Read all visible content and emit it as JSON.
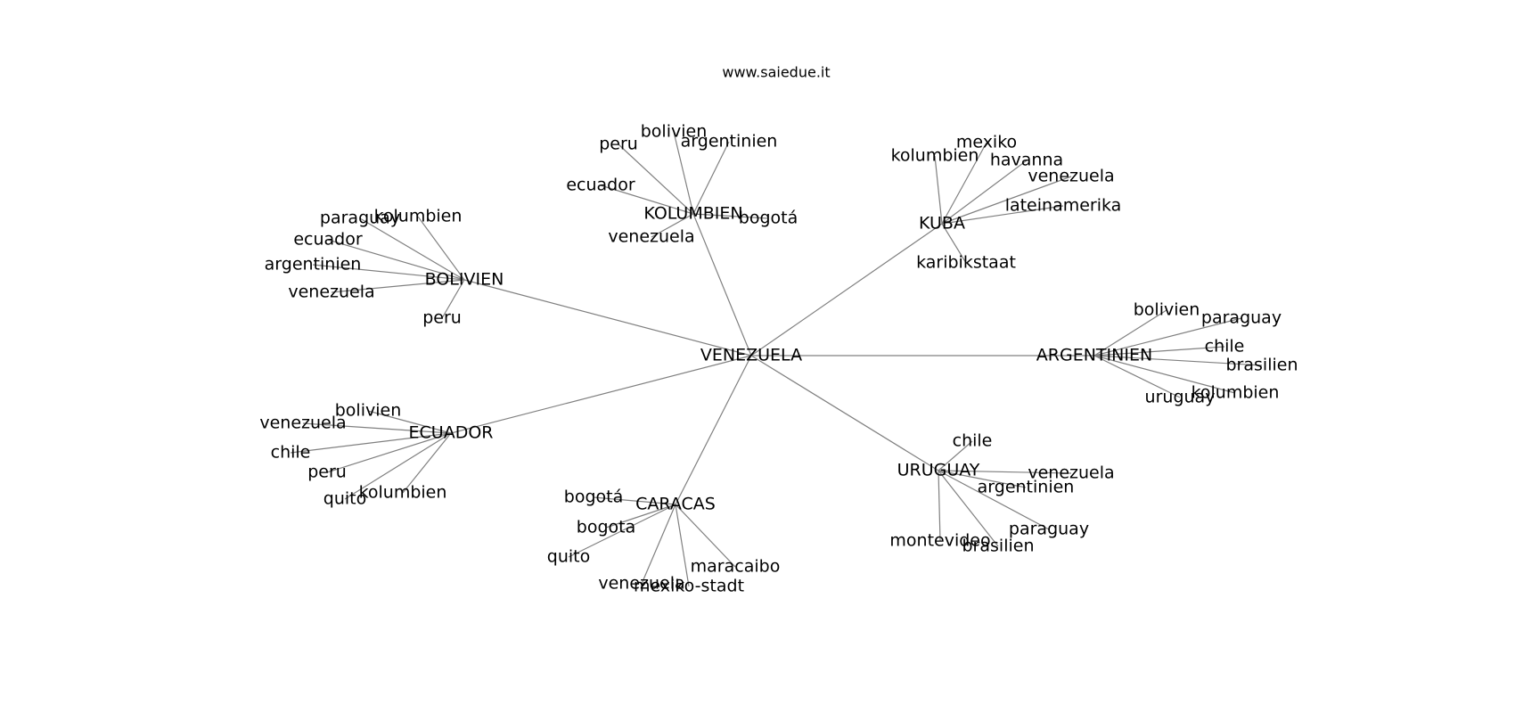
{
  "title": "www.saiedue.it",
  "colors": {
    "edge": "#808080",
    "text": "#000000",
    "background": "#ffffff"
  },
  "graph": {
    "center": "VENEZUELA",
    "hubs": [
      {
        "label": "KOLUMBIEN",
        "leaves": [
          "bolivien",
          "peru",
          "argentinien",
          "ecuador",
          "bogotá",
          "venezuela"
        ]
      },
      {
        "label": "KUBA",
        "leaves": [
          "mexiko",
          "kolumbien",
          "havanna",
          "venezuela",
          "lateinamerika",
          "karibikstaat"
        ]
      },
      {
        "label": "BOLIVIEN",
        "leaves": [
          "paraguay",
          "kolumbien",
          "ecuador",
          "argentinien",
          "venezuela",
          "peru"
        ]
      },
      {
        "label": "ARGENTINIEN",
        "leaves": [
          "bolivien",
          "paraguay",
          "chile",
          "brasilien",
          "kolumbien",
          "uruguay"
        ]
      },
      {
        "label": "ECUADOR",
        "leaves": [
          "bolivien",
          "venezuela",
          "chile",
          "peru",
          "kolumbien",
          "quito"
        ]
      },
      {
        "label": "URUGUAY",
        "leaves": [
          "chile",
          "venezuela",
          "argentinien",
          "paraguay",
          "montevideo",
          "brasilien"
        ]
      },
      {
        "label": "CARACAS",
        "leaves": [
          "bogotá",
          "bogota",
          "quito",
          "maracaibo",
          "venezuela",
          "mexiko-stadt"
        ]
      }
    ]
  }
}
